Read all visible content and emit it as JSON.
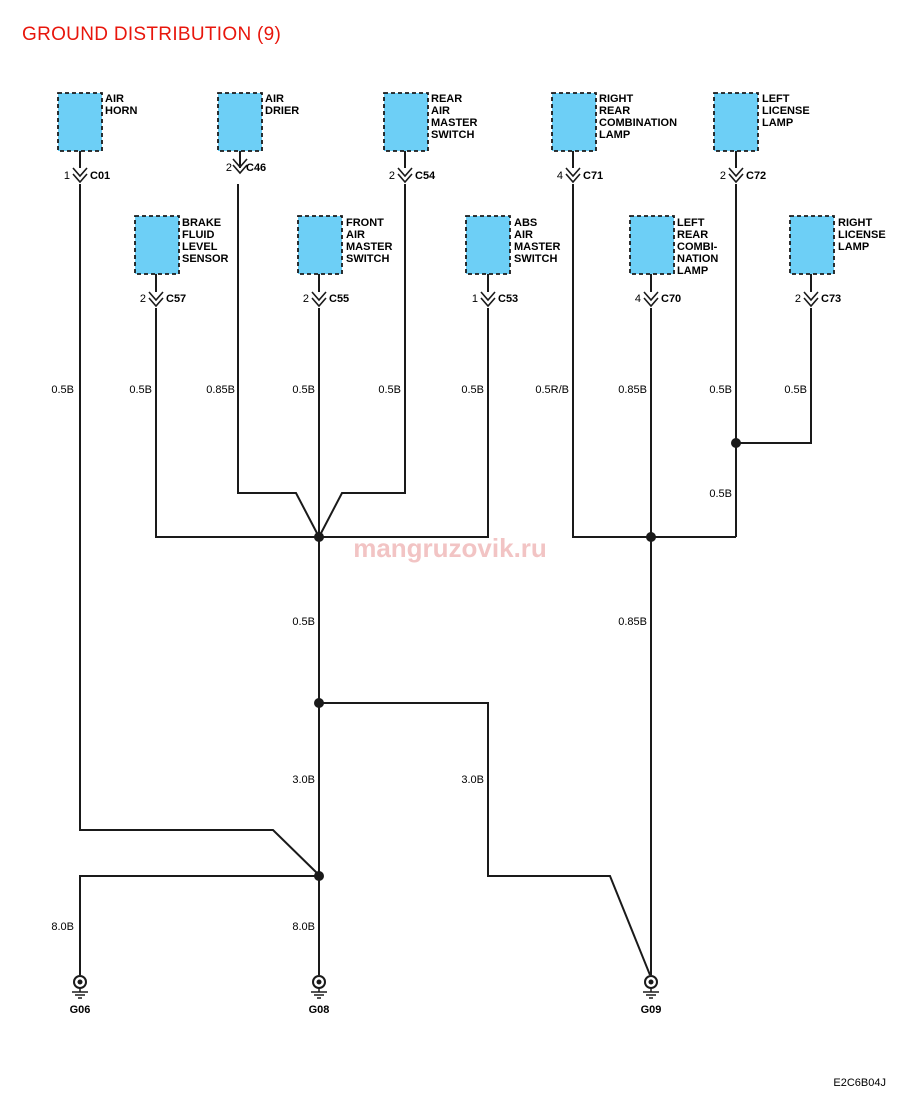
{
  "title": "GROUND DISTRIBUTION (9)",
  "watermark": "mangruzovik.ru",
  "diagram_code": "E2C6B04J",
  "colors": {
    "component_fill": "#6dcff6",
    "title": "#e8160c",
    "wire": "#1a1a1a"
  },
  "components": [
    {
      "id": "air-horn",
      "lines": [
        "AIR",
        "HORN"
      ],
      "pin": "1",
      "connector": "C01"
    },
    {
      "id": "air-drier",
      "lines": [
        "AIR",
        "DRIER"
      ],
      "pin": "2",
      "connector": "C46"
    },
    {
      "id": "rear-air-master-switch",
      "lines": [
        "REAR",
        "AIR",
        "MASTER",
        "SWITCH"
      ],
      "pin": "2",
      "connector": "C54"
    },
    {
      "id": "right-rear-combination-lamp",
      "lines": [
        "RIGHT",
        "REAR",
        "COMBINATION",
        "LAMP"
      ],
      "pin": "4",
      "connector": "C71"
    },
    {
      "id": "left-license-lamp",
      "lines": [
        "LEFT",
        "LICENSE",
        "LAMP"
      ],
      "pin": "2",
      "connector": "C72"
    },
    {
      "id": "brake-fluid-level-sensor",
      "lines": [
        "BRAKE",
        "FLUID",
        "LEVEL",
        "SENSOR"
      ],
      "pin": "2",
      "connector": "C57"
    },
    {
      "id": "front-air-master-switch",
      "lines": [
        "FRONT",
        "AIR",
        "MASTER",
        "SWITCH"
      ],
      "pin": "2",
      "connector": "C55"
    },
    {
      "id": "abs-air-master-switch",
      "lines": [
        "ABS",
        "AIR",
        "MASTER",
        "SWITCH"
      ],
      "pin": "1",
      "connector": "C53"
    },
    {
      "id": "left-rear-combination-lamp",
      "lines": [
        "LEFT",
        "REAR",
        "COMBI-",
        "NATION",
        "LAMP"
      ],
      "pin": "4",
      "connector": "C70"
    },
    {
      "id": "right-license-lamp",
      "lines": [
        "RIGHT",
        "LICENSE",
        "LAMP"
      ],
      "pin": "2",
      "connector": "C73"
    }
  ],
  "wire_labels": {
    "c01": "0.5B",
    "c57": "0.5B",
    "c46": "0.85B",
    "c55": "0.5B",
    "c54": "0.5B",
    "c53": "0.5B",
    "c71": "0.5R/B",
    "c70": "0.85B",
    "c72": "0.5B",
    "c73": "0.5B",
    "c72_join": "0.5B",
    "main_left": "0.5B",
    "main_right": "0.85B",
    "left_trunk": "3.0B",
    "right_branch": "3.0B",
    "g06": "8.0B",
    "g08": "8.0B"
  },
  "grounds": [
    {
      "id": "g06",
      "label": "G06"
    },
    {
      "id": "g08",
      "label": "G08"
    },
    {
      "id": "g09",
      "label": "G09"
    }
  ]
}
